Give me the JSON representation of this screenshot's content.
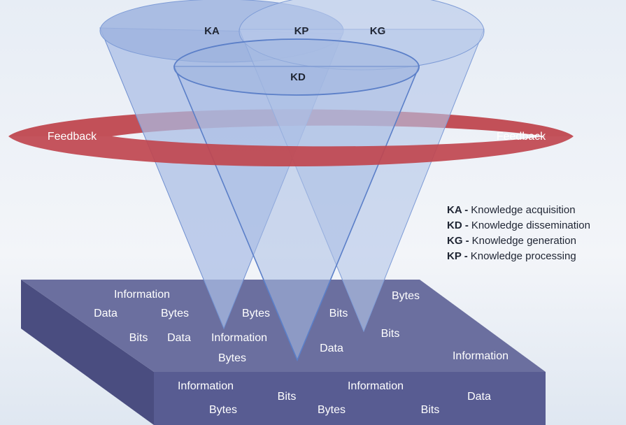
{
  "cones": {
    "ka": "KA",
    "kp": "KP",
    "kg": "KG",
    "kd": "KD"
  },
  "feedback": {
    "left": "Feedback",
    "right": "Feedback"
  },
  "legend": [
    {
      "abbr": "KA -",
      "text": "Knowledge acquisition"
    },
    {
      "abbr": "KD -",
      "text": "Knowledge dissemination"
    },
    {
      "abbr": "KG -",
      "text": "Knowledge generation"
    },
    {
      "abbr": "KP -",
      "text": "Knowledge processing"
    }
  ],
  "platform_top_words": [
    "Information",
    "Data",
    "Bytes",
    "Bytes",
    "Bits",
    "Bytes",
    "Bits",
    "Data",
    "Information",
    "Bits",
    "Data",
    "Information",
    "Bytes"
  ],
  "platform_front_words": [
    "Information",
    "Bits",
    "Information",
    "Data",
    "Bytes",
    "Bytes",
    "Bits"
  ],
  "colors": {
    "cone_fill": "#a9bde4",
    "cone_stroke": "#5b7fc8",
    "ring": "#c0474f",
    "platform_top": "#6b6f9f",
    "platform_front": "#585c92",
    "platform_left": "#4a4d80"
  }
}
